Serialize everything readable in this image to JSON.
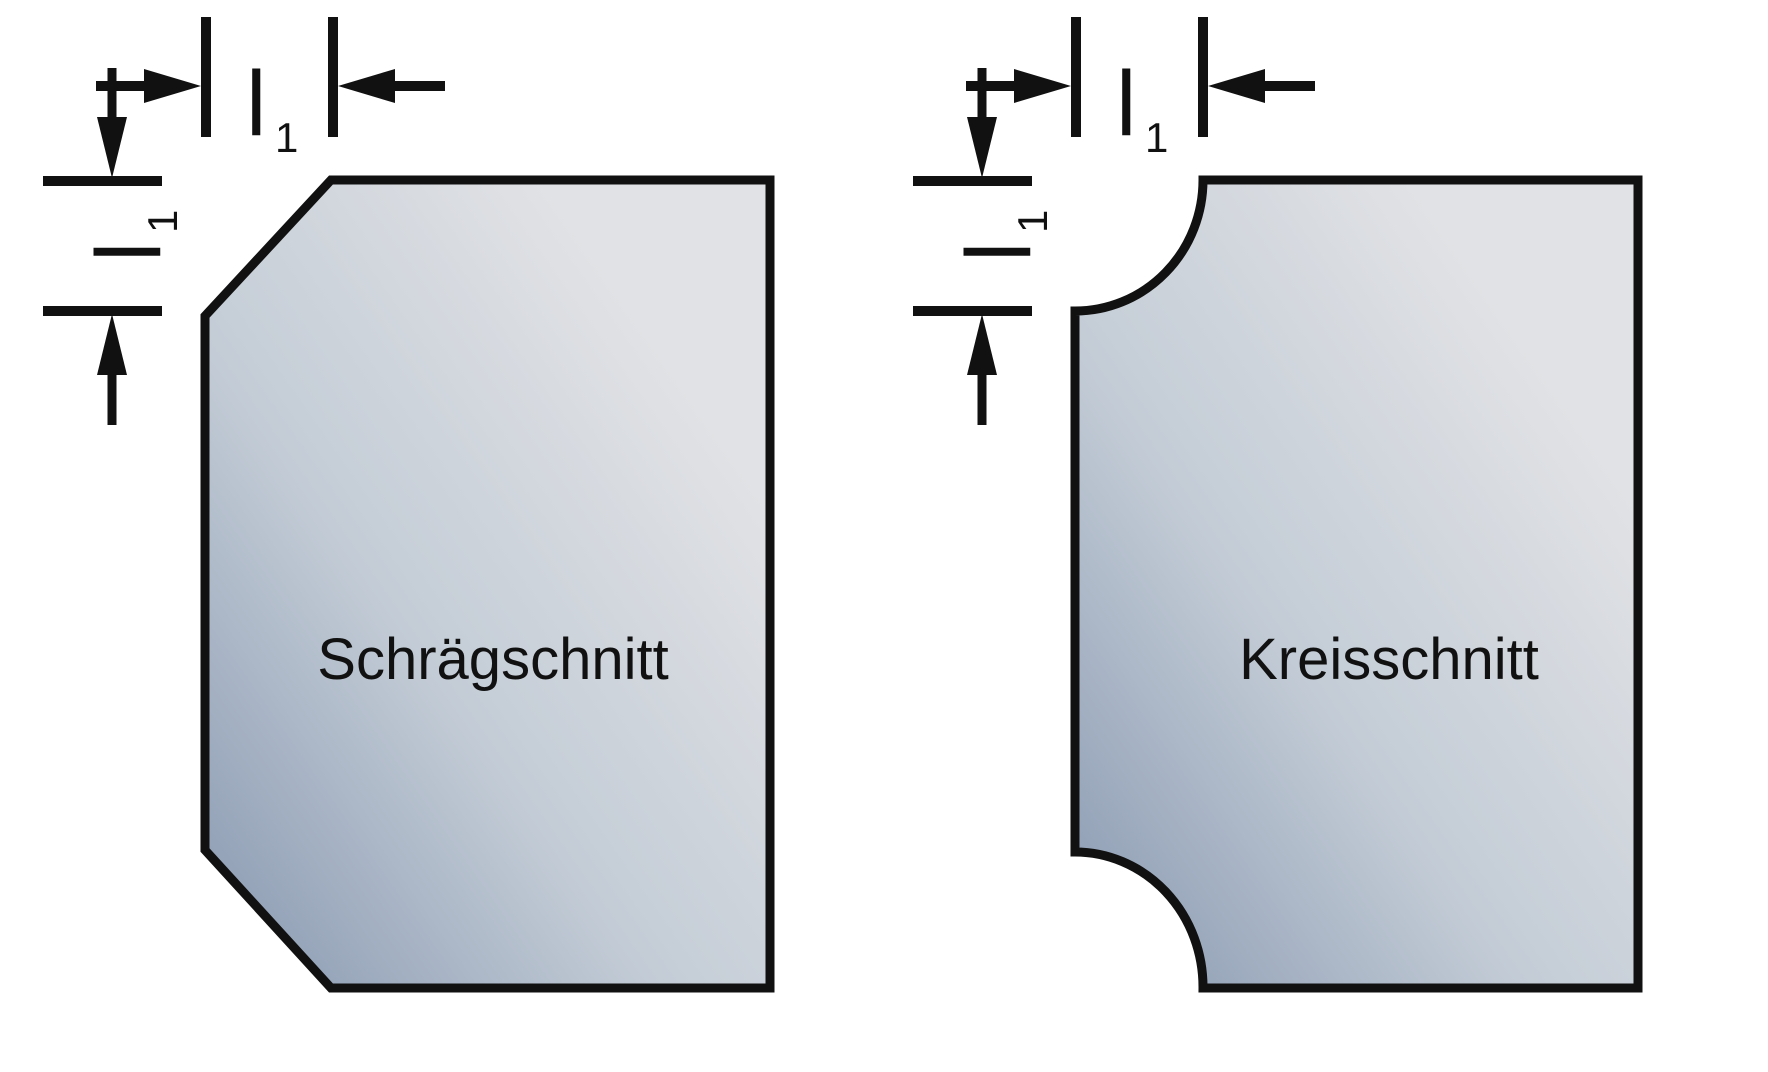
{
  "shapes": [
    {
      "name": "Schrägschnitt",
      "dimension_label": "l",
      "dimension_subscript": "1"
    },
    {
      "name": "Kreisschnitt",
      "dimension_label": "l",
      "dimension_subscript": "1"
    }
  ],
  "colors": {
    "fill_light": "#e1e2e5",
    "fill_mid": "#c2ccd6",
    "fill_dark": "#8a9ab2",
    "stroke": "#111111"
  }
}
